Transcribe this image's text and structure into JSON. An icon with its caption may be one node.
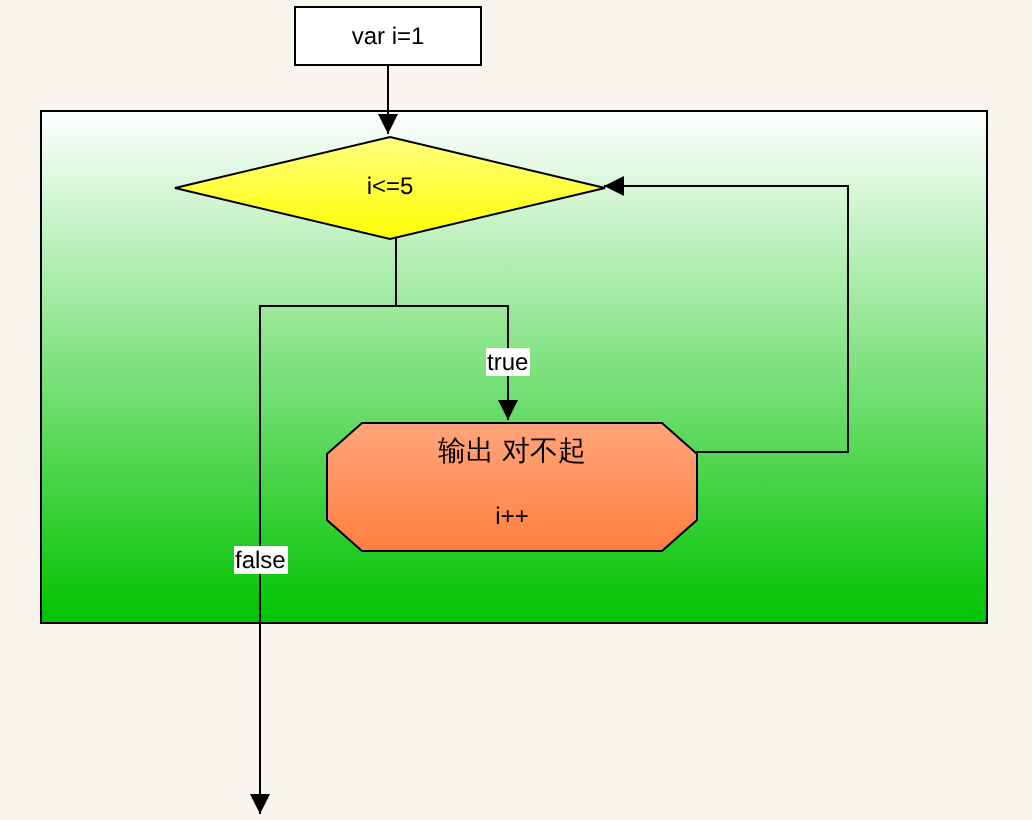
{
  "diagram": {
    "nodes": [
      {
        "text": [
          "var i=1"
        ]
      },
      {
        "text": [],
        "shape": "box"
      },
      {
        "text": [
          "i<=5"
        ],
        "in": 1
      },
      {
        "text": [
          "输出 对不起",
          "i++"
        ],
        "in": 1
      }
    ],
    "edges": [
      {
        "from": 0,
        "to": 2,
        "arrow": "to"
      },
      {
        "from": 2,
        "to": 3,
        "arrow": "to",
        "label": "true"
      },
      {
        "from": 3,
        "to": 2,
        "arrow": "to"
      },
      {
        "from": 2,
        "to": null,
        "arrow": "to",
        "label": "false"
      }
    ]
  }
}
